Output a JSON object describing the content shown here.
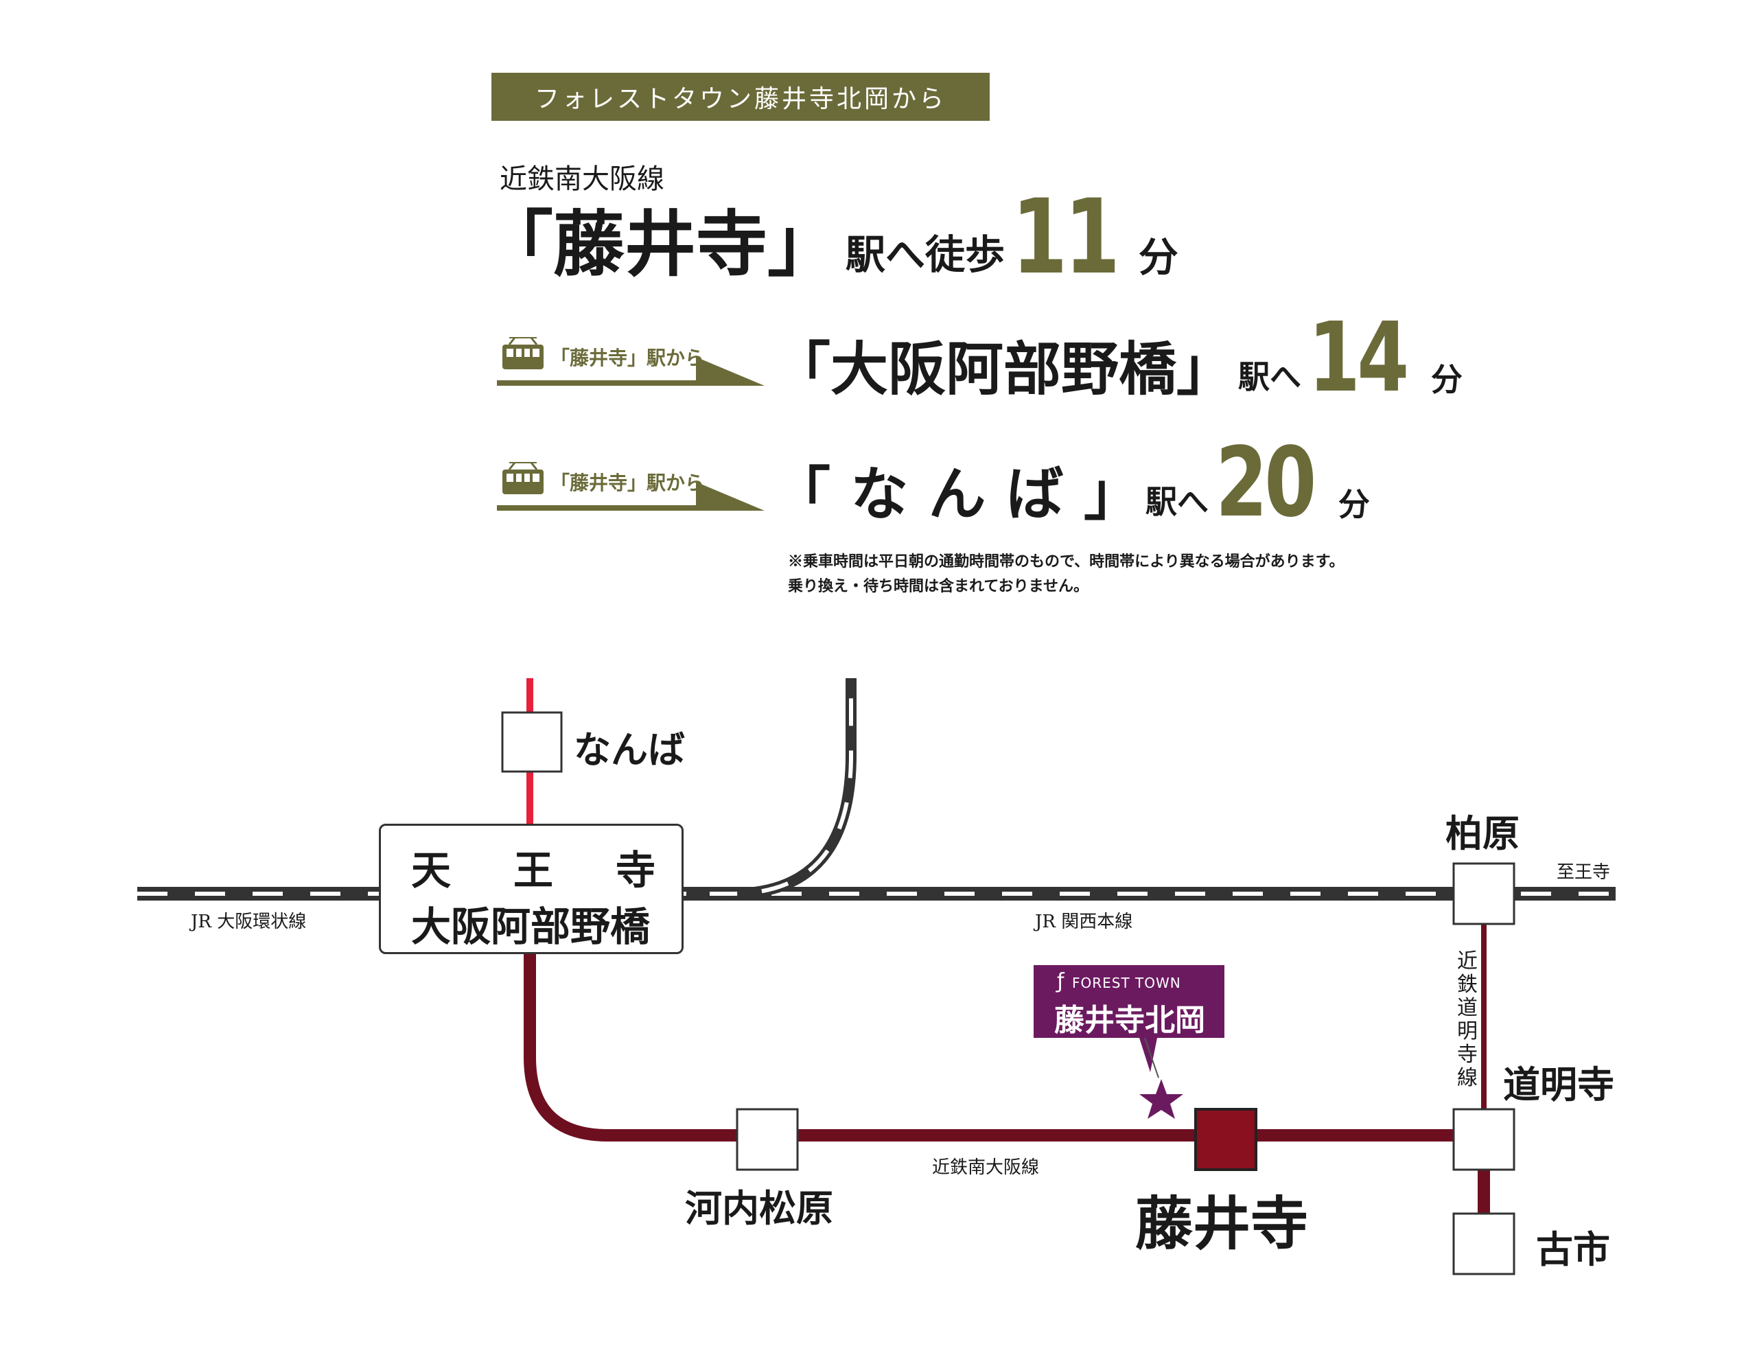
{
  "header": {
    "banner": "フォレストタウン藤井寺北岡から",
    "line_label": "近鉄南大阪線",
    "walk_station": "「藤井寺」",
    "walk_text": "駅へ徒歩",
    "walk_minutes": "11",
    "unit": "分"
  },
  "rides": [
    {
      "from": "「藤井寺」駅から",
      "to": "「大阪阿部野橋」",
      "to_suffix": "駅へ",
      "minutes": "14",
      "unit": "分"
    },
    {
      "from": "「藤井寺」駅から",
      "to": "「 な ん ば 」",
      "to_suffix": "駅へ",
      "minutes": "20",
      "unit": "分"
    }
  ],
  "note": {
    "line1": "※乗車時間は平日朝の通勤時間帯のもので、時間帯により異なる場合があります。",
    "line2": "乗り換え・待ち時間は含まれておりません。"
  },
  "map": {
    "stations": {
      "namba": "なんば",
      "tennoji_top": [
        "天",
        "王",
        "寺"
      ],
      "abenobashi": "大阪阿部野橋",
      "kashiwara": "柏原",
      "domyoji": "道明寺",
      "furuichi": "古市",
      "kawachimatsubara": "河内松原",
      "fujiidera": "藤井寺"
    },
    "lines": {
      "jr_loop": "JR 大阪環状線",
      "jr_kansai": "JR 関西本線",
      "to_oji": "至王寺",
      "kintetsu_minami_osaka": "近鉄南大阪線",
      "kintetsu_domyoji": "近鉄道明寺線"
    },
    "property": {
      "brand": "FOREST TOWN",
      "name": "藤井寺北岡"
    },
    "colors": {
      "olive": "#6b6b3a",
      "kintetsu": "#6e0f20",
      "fujiidera_station": "#8a1020",
      "namba_line": "#e8203a",
      "property": "#6b1a60"
    }
  }
}
